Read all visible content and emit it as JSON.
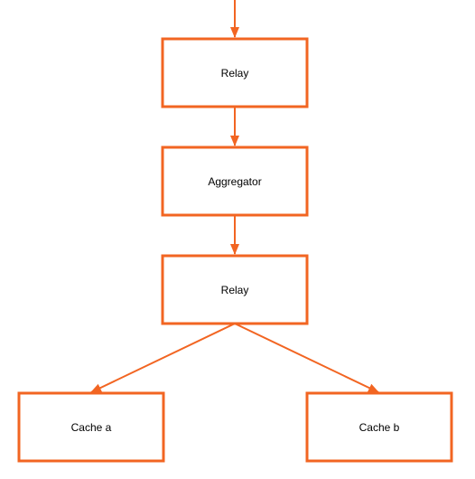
{
  "diagram": {
    "accent_color": "#f26522",
    "background_color": "#ffffff",
    "text_color": "#000000",
    "nodes": [
      {
        "id": "relay-1",
        "label": "Relay"
      },
      {
        "id": "aggregator",
        "label": "Aggregator"
      },
      {
        "id": "relay-2",
        "label": "Relay"
      },
      {
        "id": "cache-a",
        "label": "Cache a"
      },
      {
        "id": "cache-b",
        "label": "Cache b"
      }
    ],
    "edges": [
      {
        "from": "incoming",
        "to": "relay-1"
      },
      {
        "from": "relay-1",
        "to": "aggregator"
      },
      {
        "from": "aggregator",
        "to": "relay-2"
      },
      {
        "from": "relay-2",
        "to": "cache-a"
      },
      {
        "from": "relay-2",
        "to": "cache-b"
      }
    ]
  }
}
